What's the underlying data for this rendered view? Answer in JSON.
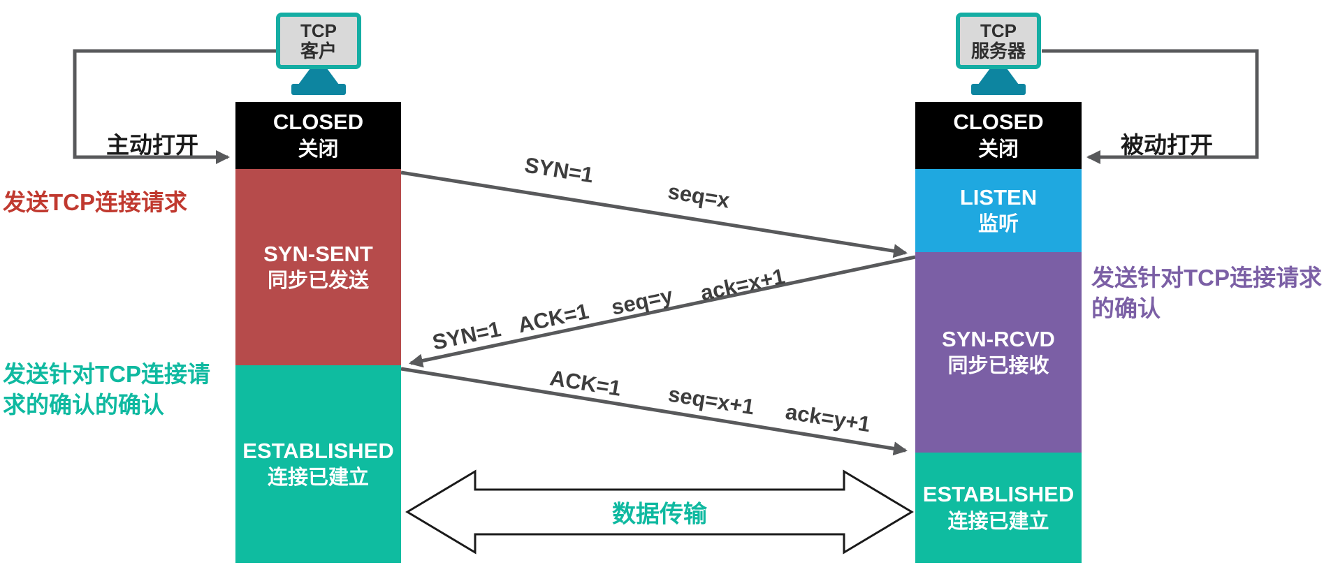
{
  "client": {
    "device": {
      "line1": "TCP",
      "line2": "客户"
    },
    "open_label": "主动打开",
    "states": [
      {
        "name": "CLOSED",
        "zh": "关闭",
        "color": "#000000"
      },
      {
        "name": "SYN-SENT",
        "zh": "同步已发送",
        "color": "#b64b4b"
      },
      {
        "name": "ESTABLISHED",
        "zh": "连接已建立",
        "color": "#0fbca0"
      }
    ],
    "annotations": [
      {
        "line1": "发送TCP连接请求",
        "color": "#c0392f"
      },
      {
        "line1": "发送针对TCP连接请",
        "line2": "求的确认的确认",
        "color": "#0fb9a0"
      }
    ]
  },
  "server": {
    "device": {
      "line1": "TCP",
      "line2": "服务器"
    },
    "open_label": "被动打开",
    "states": [
      {
        "name": "CLOSED",
        "zh": "关闭",
        "color": "#000000"
      },
      {
        "name": "LISTEN",
        "zh": "监听",
        "color": "#1fa8e0"
      },
      {
        "name": "SYN-RCVD",
        "zh": "同步已接收",
        "color": "#7b5fa5"
      },
      {
        "name": "ESTABLISHED",
        "zh": "连接已建立",
        "color": "#0fbca0"
      }
    ],
    "annotations": [
      {
        "line1": "发送针对TCP连接请求",
        "line2": "的确认",
        "color": "#7b5fa5"
      }
    ]
  },
  "messages": [
    {
      "labels": [
        "SYN=1",
        "seq=x"
      ]
    },
    {
      "labels": [
        "SYN=1",
        "ACK=1",
        "seq=y",
        "ack=x+1"
      ]
    },
    {
      "labels": [
        "ACK=1",
        "seq=x+1",
        "ack=y+1"
      ]
    }
  ],
  "data_transfer": {
    "label": "数据传输",
    "color": "#0fb9a0"
  },
  "arrow_color": "#58595b"
}
